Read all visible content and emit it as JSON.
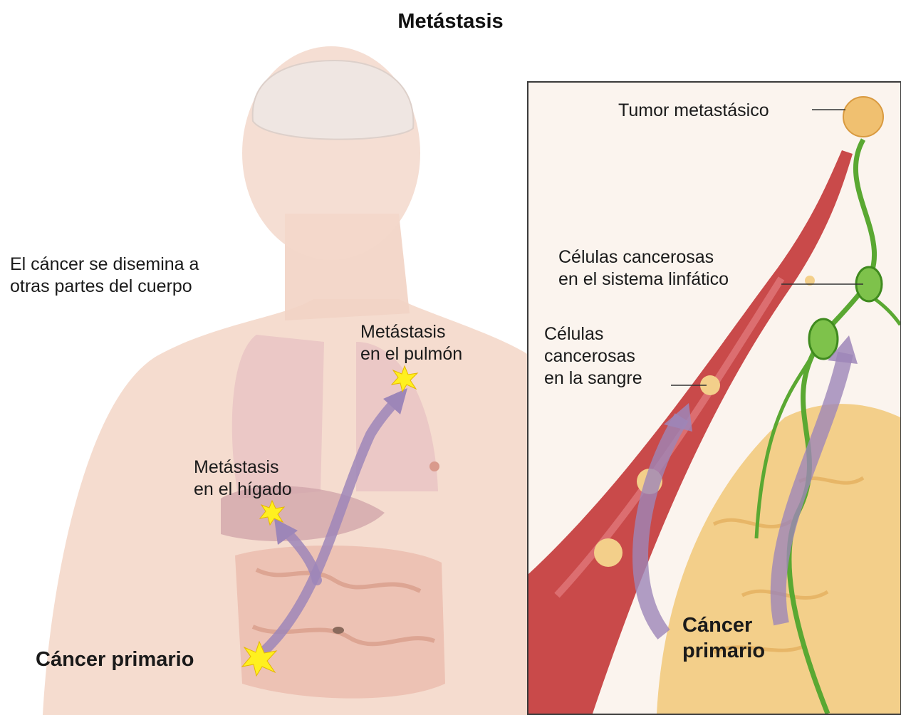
{
  "title": "Metástasis",
  "left": {
    "intro": "El cáncer se disemina a\notras partes del cuerpo",
    "lung_label": "Metástasis\nen el pulmón",
    "liver_label": "Metástasis\nen el hígado",
    "primary_label": "Cáncer primario"
  },
  "inset": {
    "metastatic_tumor": "Tumor metastásico",
    "lymph_cells": "Células cancerosas\nen el sistema linfático",
    "blood_cells": "Células\ncancerosas\nen la sangre",
    "primary_cancer": "Cáncer\nprimario"
  },
  "colors": {
    "skin": "#f4d6c6",
    "vessel": "#c94a4a",
    "lymph": "#5aa832",
    "arrow": "#9d86b8",
    "spark": "#ffee22",
    "tumor": "#f0c070"
  }
}
